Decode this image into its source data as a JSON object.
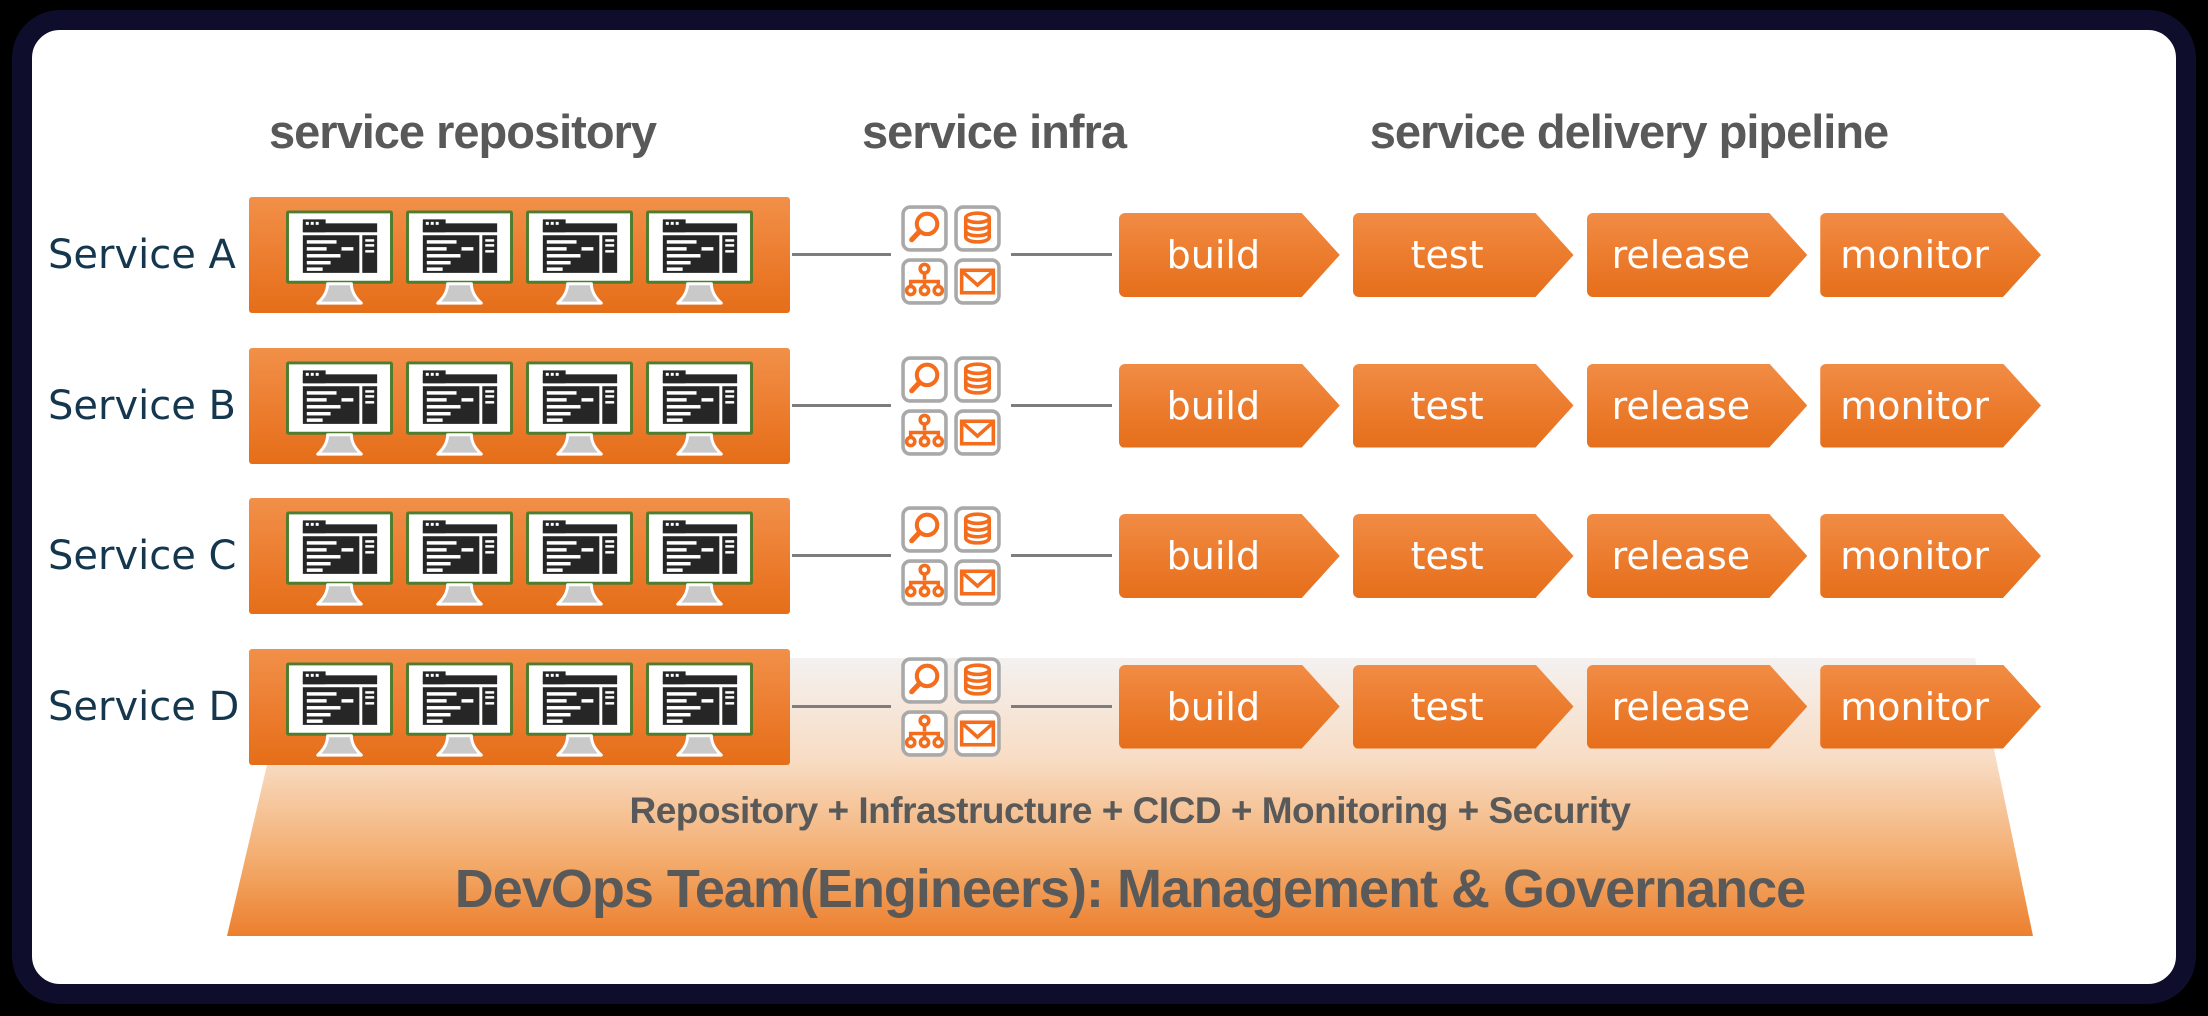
{
  "diagram": {
    "headers": {
      "repository": "service repository",
      "infra": "service infra",
      "pipeline": "service delivery pipeline"
    },
    "rows": [
      {
        "label": "Service A"
      },
      {
        "label": "Service B"
      },
      {
        "label": "Service C"
      },
      {
        "label": "Service D"
      }
    ],
    "repository": {
      "monitors_per_service": 4
    },
    "infra": {
      "icons": [
        "search-icon",
        "database-icon",
        "sitemap-icon",
        "mail-icon"
      ]
    },
    "pipeline": {
      "stages": [
        "build",
        "test",
        "release",
        "monitor"
      ]
    },
    "footer": {
      "line1": "Repository + Infrastructure + CICD + Monitoring + Security",
      "line2": "DevOps Team(Engineers): Management & Governance"
    },
    "colors": {
      "accent_orange": "#ed7d31",
      "icon_orange": "#f36d1d",
      "frame_navy": "#0e0e2c",
      "heading_gray": "#595959",
      "service_label_navy": "#15374e",
      "monitor_green": "#4f7d2f",
      "connector_gray": "#7d7d7d"
    }
  }
}
